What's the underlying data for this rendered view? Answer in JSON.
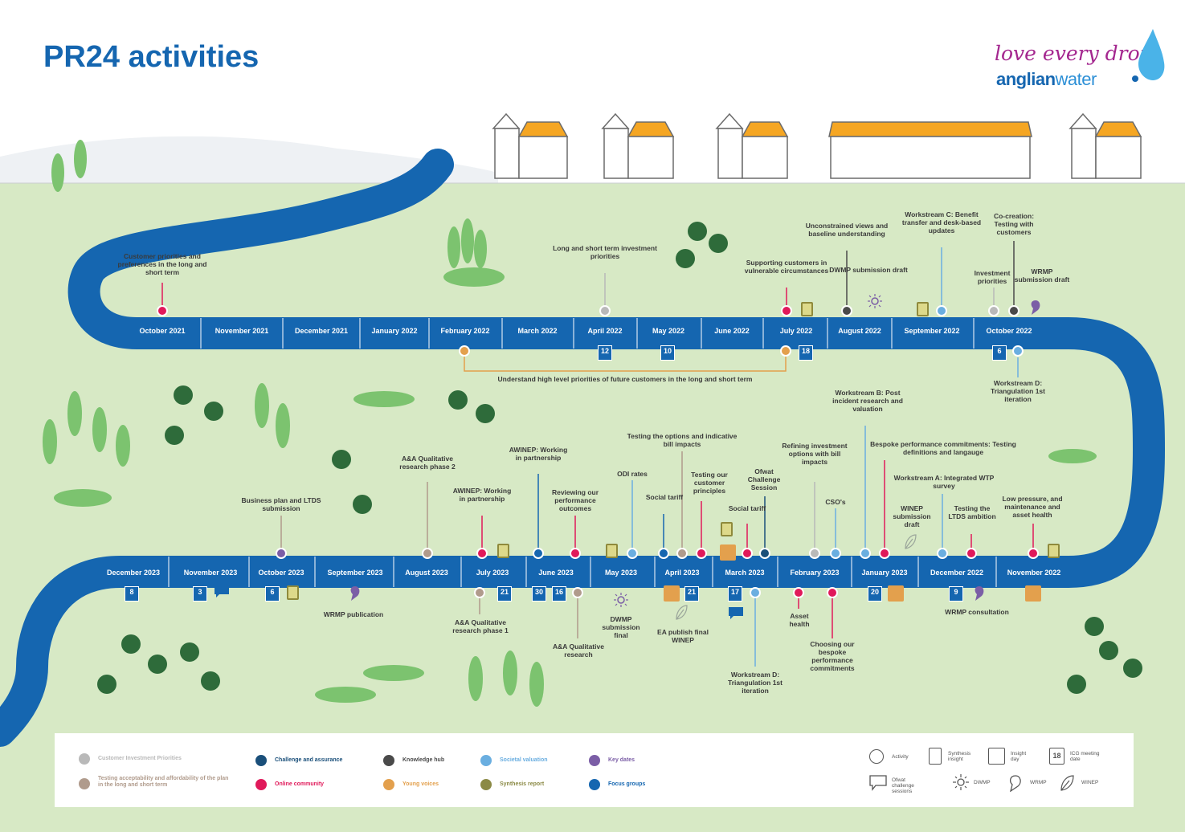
{
  "title": "PR24 activities",
  "brand": {
    "tagline": "love every drop",
    "name_bold": "anglian",
    "name_light": "water"
  },
  "colors": {
    "customer_investment": "#b9b9b9",
    "challenge_assurance": "#1a4f7a",
    "knowledge_hub": "#4a4a4a",
    "societal_valuation": "#6aaee0",
    "key_dates": "#7b5ea6",
    "testing_acceptability": "#b09b8c",
    "online_community": "#e0195a",
    "young_voices": "#e3a04d",
    "synthesis_report": "#8b8a45",
    "focus_groups": "#1566b0",
    "river": "#1566b0"
  },
  "timeline_top": [
    "October 2021",
    "November 2021",
    "December 2021",
    "January 2022",
    "February 2022",
    "March 2022",
    "April 2022",
    "May 2022",
    "June 2022",
    "July 2022",
    "August 2022",
    "September 2022",
    "October 2022"
  ],
  "timeline_bottom": [
    "December 2023",
    "November 2023",
    "October 2023",
    "September 2023",
    "August 2023",
    "July 2023",
    "June 2023",
    "May 2023",
    "April 2023",
    "March 2023",
    "February 2023",
    "January 2023",
    "December 2022",
    "November 2022"
  ],
  "labels": [
    "Customer priorities and preferences in the long and short term",
    "Long and short term investment priorities",
    "Supporting customers in vulnerable circumstances",
    "Unconstrained views and baseline understanding",
    "DWMP submission draft",
    "Workstream C: Benefit transfer and desk-based updates",
    "Investment priorities",
    "Co-creation: Testing with customers",
    "WRMP submission draft",
    "Understand high level priorities of future customers in the long and short term",
    "Workstream D: Triangulation 1st iteration",
    "Workstream B: Post incident research and valuation",
    "Bespoke performance commitments: Testing definitions and langauge",
    "Workstream A: Integrated WTP survey",
    "Low pressure, and maintenance and asset health",
    "Testing the LTDS ambition",
    "WINEP submission draft",
    "CSO's",
    "Refining investment options with bill impacts",
    "Ofwat Challenge Session",
    "Social tariff",
    "Testing our customer principles",
    "Testing the options and indicative bill impacts",
    "Social tariff",
    "ODI rates",
    "Reviewing our performance outcomes",
    "AWINEP: Working in partnership",
    "AWINEP: Working in partnership",
    "A&A Qualitative research phase 2",
    "Business plan and LTDS submission",
    "WRMP publication",
    "A&A Qualitative research phase 1",
    "A&A Qualitative research",
    "DWMP submission final",
    "EA publish final WINEP",
    "Workstream D: Triangulation 1st iteration",
    "Asset health",
    "Choosing our bespoke performance commitments",
    "WRMP consultation"
  ],
  "badges": [
    "12",
    "10",
    "18",
    "6",
    "8",
    "3",
    "6",
    "21",
    "30",
    "16",
    "21",
    "17",
    "20",
    "9"
  ],
  "legend": {
    "categories": [
      "Customer Investment Priorities",
      "Challenge and assurance",
      "Knowledge hub",
      "Societal valuation",
      "Key dates",
      "Testing acceptability and affordability of the plan in the long and short term",
      "Online community",
      "Young voices",
      "Synthesis report",
      "Focus groups"
    ],
    "symbols": [
      "Activity",
      "Synthesis insight",
      "Insight day",
      "ICG meeting date",
      "Ofwat challenge sessions",
      "DWMP",
      "WRMP",
      "WINEP"
    ]
  }
}
